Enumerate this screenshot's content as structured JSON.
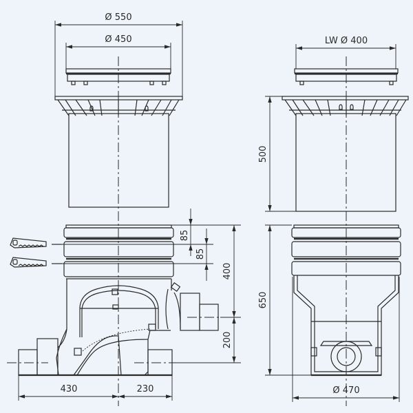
{
  "drawing": {
    "left_view": {
      "dim_outer_diameter": "Ø 550",
      "dim_inner_diameter": "Ø 450",
      "dim_ring_1": "85",
      "dim_ring_2": "85",
      "dim_upper_height": "400",
      "dim_outlet_height": "200",
      "dim_left_length": "430",
      "dim_right_length": "230",
      "icons": [
        "saw-icon",
        "saw-icon"
      ]
    },
    "right_view": {
      "dim_clear_width": "LW Ø 400",
      "dim_riser_height": "500",
      "dim_body_height": "650",
      "dim_bottom_diameter": "Ø 470"
    },
    "colors": {
      "background": "#eef4f9",
      "line": "#2a2a2a"
    }
  }
}
